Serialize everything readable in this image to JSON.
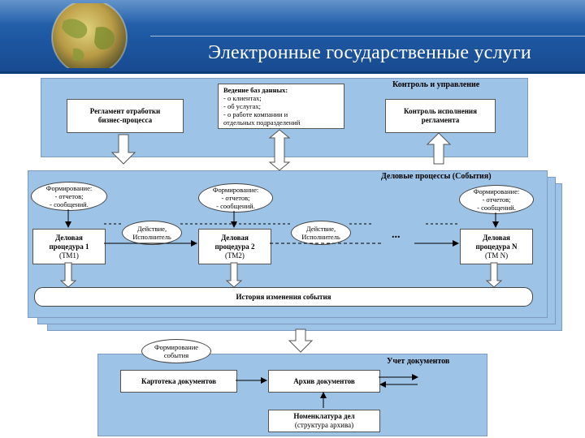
{
  "title": "Электронные государственные услуги",
  "control": {
    "label": "Контроль и управление",
    "regulation_box": [
      "Регламент отработки",
      "бизнес-процесса"
    ],
    "database_box": [
      "Ведение баз данных:",
      "- о клиентах;",
      "- об услугах;",
      "- о работе компании и",
      "отдельных подразделений"
    ],
    "control_box": [
      "Контроль исполнения",
      "регламента"
    ]
  },
  "business": {
    "label": "Деловые процессы (События)",
    "oval_reports": [
      "Формирование:",
      "- отчетов;",
      "- сообщений."
    ],
    "proc1": [
      "Деловая",
      "процедура 1",
      "(ТМ1)"
    ],
    "proc2": [
      "Деловая",
      "процедура 2",
      "(ТМ2)"
    ],
    "procN": [
      "Деловая",
      "процедура N",
      "(ТМ N)"
    ],
    "action_oval": [
      "Действие,",
      "Исполнитель"
    ],
    "dots": "...",
    "history": "История изменения события"
  },
  "docs": {
    "label": "Учет документов",
    "form_event": [
      "Формирование",
      "события"
    ],
    "card": "Картотека документов",
    "archive": "Архив документов",
    "nomenclature": [
      "Номенклатура дел",
      "(структура архива)"
    ]
  },
  "colors": {
    "panel": "#9dc3e6",
    "header": "#1f5aa5",
    "arrow": "#ffffff"
  }
}
